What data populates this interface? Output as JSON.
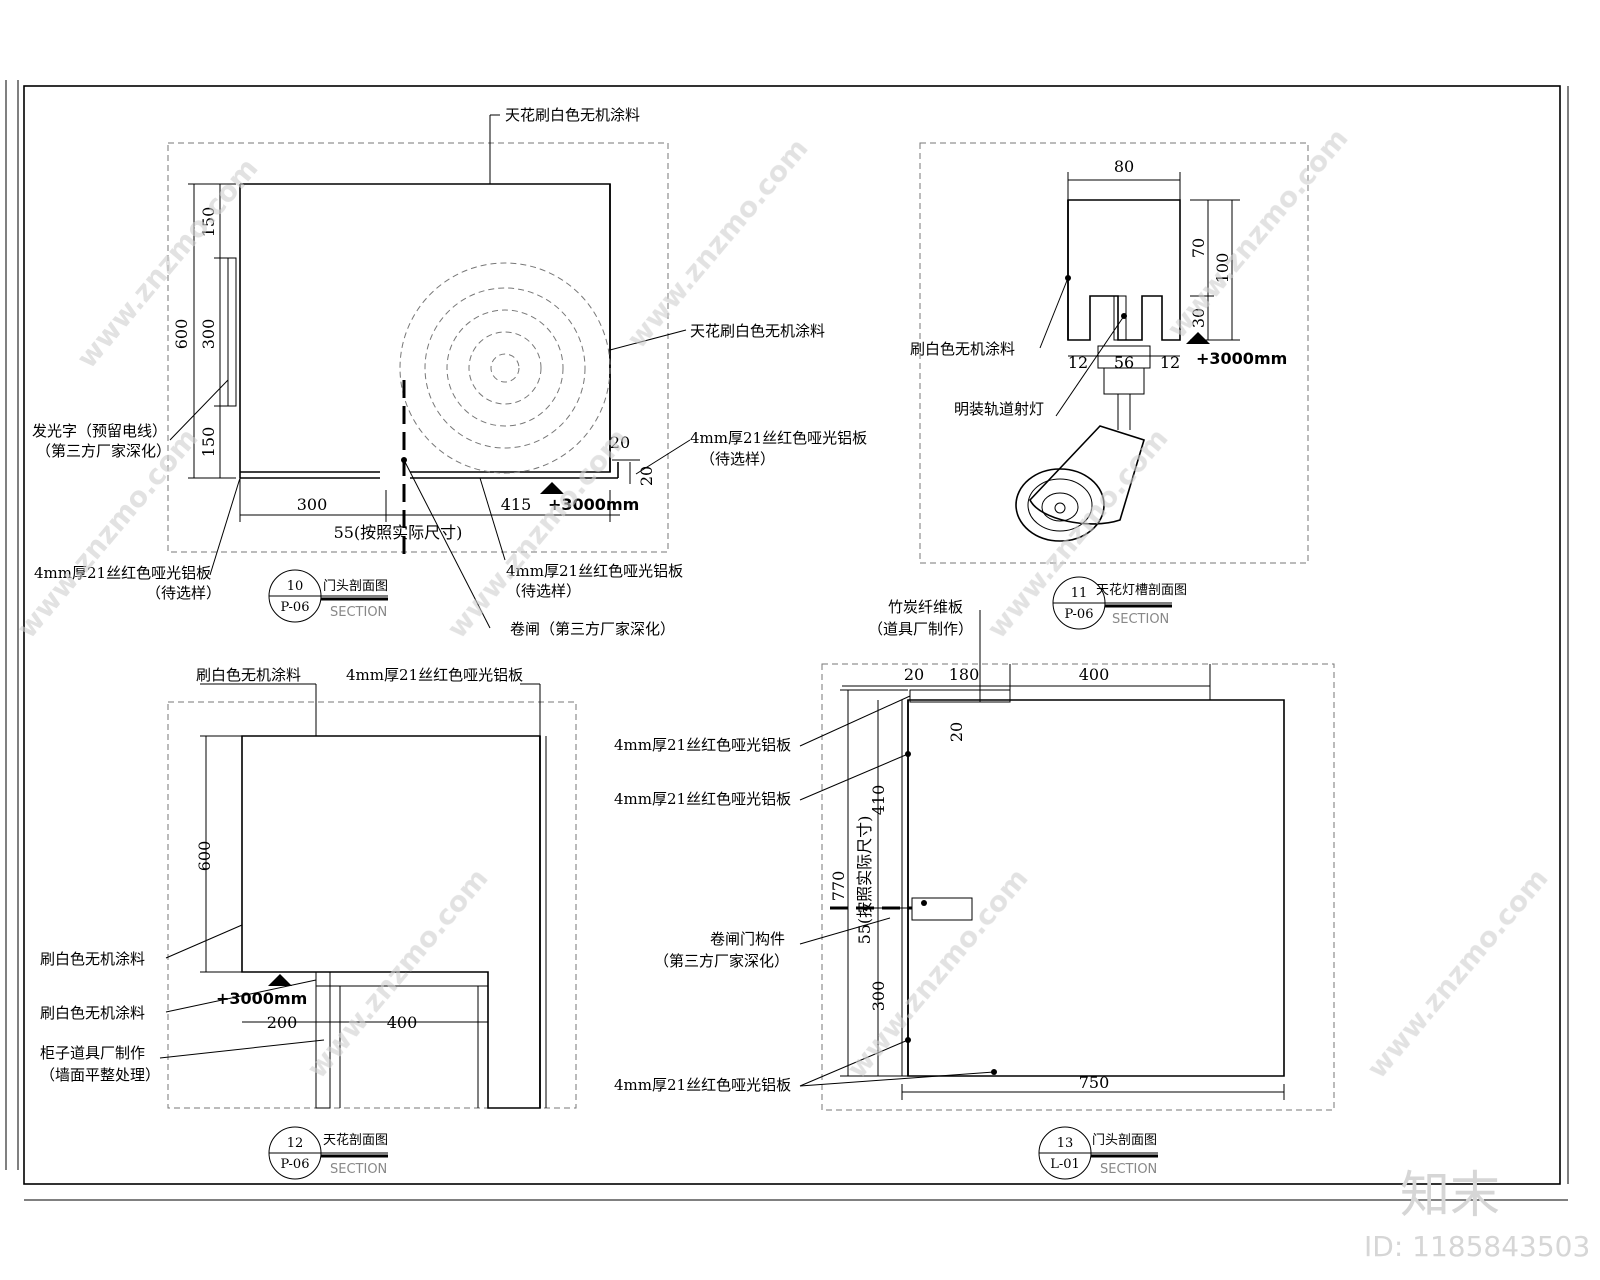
{
  "detail_10": {
    "num": "10",
    "sheet": "P-06",
    "title": "门头剖面图",
    "section": "SECTION",
    "ceiling_paint": "天花刷白色无机涂料",
    "ceiling_paint_2": "天花刷白色无机涂料",
    "luminous_sign_1": "发光字（预留电线）",
    "luminous_sign_2": "（第三方厂家深化）",
    "alu_panel_right_1": "4mm厚21丝红色哑光铝板",
    "alu_panel_right_2": "（待选样）",
    "alu_panel_left_1": "4mm厚21丝红色哑光铝板",
    "alu_panel_left_2": "（待选样）",
    "alu_panel_mid_1": "4mm厚21丝红色哑光铝板",
    "alu_panel_mid_2": "（待选样）",
    "shutter": "卷闸（第三方厂家深化）",
    "dim_150_top": "150",
    "dim_300": "300",
    "dim_600": "600",
    "dim_150_bottom": "150",
    "dim_bottom_300": "300",
    "dim_bottom_415": "415",
    "dim_55": "55(按照实际尺寸)",
    "dim_20_a": "20",
    "dim_20_b": "20",
    "level": "+3000mm"
  },
  "detail_11": {
    "num": "11",
    "sheet": "P-06",
    "title": "天花灯槽剖面图",
    "section": "SECTION",
    "dim_80": "80",
    "dim_70": "70",
    "dim_100": "100",
    "dim_30": "30",
    "dim_12_l": "12",
    "dim_56": "56",
    "dim_12_r": "12",
    "paint": "刷白色无机涂料",
    "spotlight": "明装轨道射灯",
    "level": "+3000mm"
  },
  "detail_12": {
    "num": "12",
    "sheet": "P-06",
    "title": "天花剖面图",
    "section": "SECTION",
    "paint_top": "刷白色无机涂料",
    "alu_top": "4mm厚21丝红色哑光铝板",
    "paint_1": "刷白色无机涂料",
    "paint_2": "刷白色无机涂料",
    "cabinet_1": "柜子道具厂制作",
    "cabinet_2": "（墙面平整处理）",
    "dim_600": "600",
    "dim_200": "200",
    "dim_400": "400",
    "level": "+3000mm"
  },
  "detail_13": {
    "num": "13",
    "sheet": "L-01",
    "title": "门头剖面图",
    "section": "SECTION",
    "bamboo_1": "竹炭纤维板",
    "bamboo_2": "（道具厂制作）",
    "alu_1": "4mm厚21丝红色哑光铝板",
    "alu_2": "4mm厚21丝红色哑光铝板",
    "alu_3": "4mm厚21丝红色哑光铝板",
    "shutter_1": "卷闸门构件",
    "shutter_2": "（第三方厂家深化）",
    "dim_20": "20",
    "dim_180": "180",
    "dim_400": "400",
    "dim_20_v": "20",
    "dim_410": "410",
    "dim_770": "770",
    "dim_55": "55(按照实际尺寸)",
    "dim_300": "300",
    "dim_750": "750"
  },
  "watermark": {
    "site": "www.znzmo.com",
    "logo": "知末",
    "id": "ID: 1185843503"
  }
}
